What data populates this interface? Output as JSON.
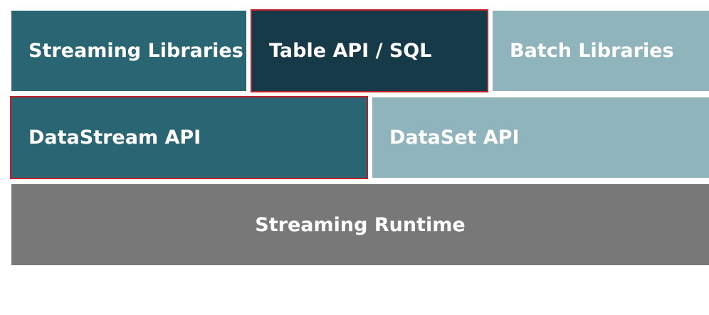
{
  "colors": {
    "teal": "#2a6574",
    "dark_teal": "#163a47",
    "light_teal": "#8fb4bb",
    "gray": "#787878",
    "highlight_border": "#c4202a",
    "text": "#ffffff"
  },
  "layers": {
    "top": [
      {
        "label": "Streaming Libraries",
        "highlighted": false
      },
      {
        "label": "Table API / SQL",
        "highlighted": true
      },
      {
        "label": "Batch Libraries",
        "highlighted": false
      }
    ],
    "middle": [
      {
        "label": "DataStream API",
        "highlighted": true
      },
      {
        "label": "DataSet API",
        "highlighted": false
      }
    ],
    "bottom": [
      {
        "label": "Streaming Runtime",
        "highlighted": false
      }
    ]
  }
}
